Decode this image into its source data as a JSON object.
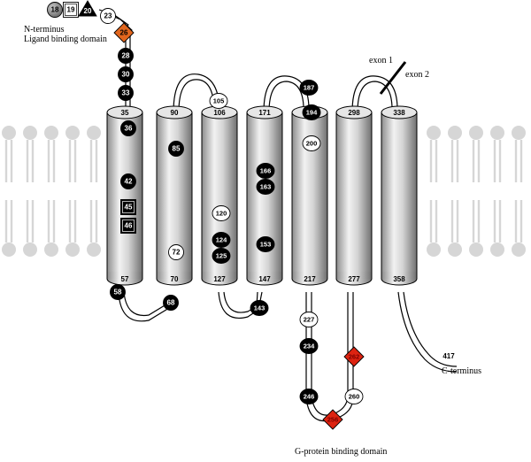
{
  "labels": {
    "n_terminus": "N-terminus",
    "ligand_domain": "Ligand binding domain",
    "exon1": "exon 1",
    "exon2": "exon 2",
    "c_terminus": "C-terminus",
    "c_terminus_num": "417",
    "gprotein_domain": "G-protein binding domain"
  },
  "helices": [
    {
      "top": "35",
      "bottom": "57"
    },
    {
      "top": "90",
      "bottom": "70"
    },
    {
      "top": "106",
      "bottom": "127"
    },
    {
      "top": "171",
      "bottom": "147"
    },
    {
      "top": "",
      "bottom": "217"
    },
    {
      "top": "298",
      "bottom": "277"
    },
    {
      "top": "338",
      "bottom": "358"
    }
  ],
  "residues": {
    "r18": "18",
    "r19": "19",
    "r20": "20",
    "r23": "23",
    "r26": "26",
    "r28": "28",
    "r30": "30",
    "r33": "33",
    "r36": "36",
    "r42": "42",
    "r45": "45",
    "r46": "46",
    "r58": "58",
    "r68": "68",
    "r85": "85",
    "r72": "72",
    "r105": "105",
    "r120": "120",
    "r124": "124",
    "r125": "125",
    "r143": "143",
    "r166": "166",
    "r163": "163",
    "r153": "153",
    "r187": "187",
    "r194": "194",
    "r200": "200",
    "r227": "227",
    "r234": "234",
    "r246": "246",
    "r256": "256",
    "r260": "260",
    "r262": "262"
  },
  "colors": {
    "mutation_black": "#000000",
    "mutation_orange": "#e2661d",
    "mutation_red": "#dd2311",
    "membrane_grey": "#d6d6d6",
    "sphere_grey": "#7d7d7d"
  }
}
